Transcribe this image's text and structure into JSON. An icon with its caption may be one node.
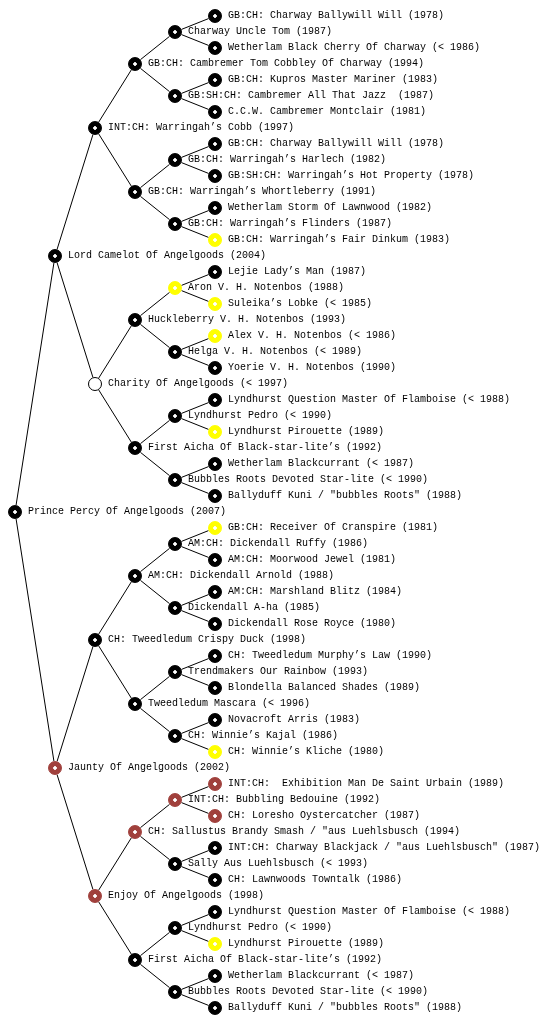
{
  "diagram": {
    "nodes": [
      {
        "text": [],
        "shape": "circle",
        "beside": [
          "GB:CH: Charway Ballywill Will (1978)"
        ]
      },
      {
        "text": [],
        "shape": "circle",
        "beside": [
          "Charway Uncle Tom (1987)"
        ]
      },
      {
        "text": [],
        "shape": "circle",
        "beside": [
          "Wetherlam Black Cherry Of Charway (< 1986)"
        ]
      },
      {
        "text": [],
        "shape": "circle",
        "beside": [
          "GB:CH: Cambremer Tom Cobbley Of Charway (1994)"
        ]
      },
      {
        "text": [],
        "shape": "circle",
        "beside": [
          "GB:CH: Kupros Master Mariner (1983)"
        ]
      },
      {
        "text": [],
        "shape": "circle",
        "beside": [
          "GB:SH:CH: Cambremer All That Jazz  (1987)"
        ]
      },
      {
        "text": [],
        "shape": "circle",
        "beside": [
          "C.C.W. Cambremer Montclair (1981)"
        ]
      },
      {
        "text": [],
        "shape": "circle",
        "beside": [
          "INT:CH: Warringah’s Cobb (1997)"
        ]
      },
      {
        "text": [],
        "shape": "circle",
        "beside": [
          "GB:CH: Charway Ballywill Will (1978)"
        ]
      },
      {
        "text": [],
        "shape": "circle",
        "beside": [
          "GB:CH: Warringah’s Harlech (1982)"
        ]
      },
      {
        "text": [],
        "shape": "circle",
        "beside": [
          "GB:SH:CH: Warringah’s Hot Property (1978)"
        ]
      },
      {
        "text": [],
        "shape": "circle",
        "beside": [
          "GB:CH: Warringah’s Whortleberry (1991)"
        ]
      },
      {
        "text": [],
        "shape": "circle",
        "beside": [
          "Wetherlam Storm Of Lawnwood (1982)"
        ]
      },
      {
        "text": [],
        "shape": "circle",
        "beside": [
          "GB:CH: Warringah’s Flinders (1987)"
        ]
      },
      {
        "text": [],
        "shape": "circle",
        "beside": [
          "GB:CH: Warringah’s Fair Dinkum (1983)"
        ]
      },
      {
        "text": [],
        "shape": "circle",
        "beside": [
          "Lord Camelot Of Angelgoods (2004)"
        ]
      },
      {
        "text": [],
        "shape": "circle",
        "beside": [
          "Lejie Lady’s Man (1987)"
        ]
      },
      {
        "text": [],
        "shape": "circle",
        "beside": [
          "Aron V. H. Notenbos (1988)"
        ]
      },
      {
        "text": [],
        "shape": "circle",
        "beside": [
          "Suleika’s Lobke (< 1985)"
        ]
      },
      {
        "text": [],
        "shape": "circle",
        "beside": [
          "Huckleberry V. H. Notenbos (1993)"
        ]
      },
      {
        "text": [],
        "shape": "circle",
        "beside": [
          "Alex V. H. Notenbos (< 1986)"
        ]
      },
      {
        "text": [],
        "shape": "circle",
        "beside": [
          "Helga V. H. Notenbos (< 1989)"
        ]
      },
      {
        "text": [],
        "shape": "circle",
        "beside": [
          "Yoerie V. H. Notenbos (1990)"
        ]
      },
      {
        "text": [],
        "shape": "circle",
        "beside": [
          "Charity Of Angelgoods (< 1997)"
        ]
      },
      {
        "text": [],
        "shape": "circle",
        "beside": [
          "Lyndhurst Question Master Of Flamboise (< 1988)"
        ]
      },
      {
        "text": [],
        "shape": "circle",
        "beside": [
          "Lyndhurst Pedro (< 1990)"
        ]
      },
      {
        "text": [],
        "shape": "circle",
        "beside": [
          "Lyndhurst Pirouette (1989)"
        ]
      },
      {
        "text": [],
        "shape": "circle",
        "beside": [
          "First Aicha Of Black-star-lite’s (1992)"
        ]
      },
      {
        "text": [],
        "shape": "circle",
        "beside": [
          "Wetherlam Blackcurrant (< 1987)"
        ]
      },
      {
        "text": [],
        "shape": "circle",
        "beside": [
          "Bubbles Roots Devoted Star-lite (< 1990)"
        ]
      },
      {
        "text": [],
        "shape": "circle",
        "beside": [
          "Ballyduff Kuni / \"bubbles Roots\" (1988)"
        ]
      },
      {
        "text": [],
        "shape": "circle",
        "beside": [
          "Prince Percy Of Angelgoods (2007)"
        ]
      },
      {
        "text": [],
        "shape": "circle",
        "beside": [
          "GB:CH: Receiver Of Cranspire (1981)"
        ]
      },
      {
        "text": [],
        "shape": "circle",
        "beside": [
          "AM:CH: Dickendall Ruffy (1986)"
        ]
      },
      {
        "text": [],
        "shape": "circle",
        "beside": [
          "AM:CH: Moorwood Jewel (1981)"
        ]
      },
      {
        "text": [],
        "shape": "circle",
        "beside": [
          "AM:CH: Dickendall Arnold (1988)"
        ]
      },
      {
        "text": [],
        "shape": "circle",
        "beside": [
          "AM:CH: Marshland Blitz (1984)"
        ]
      },
      {
        "text": [],
        "shape": "circle",
        "beside": [
          "Dickendall A-ha (1985)"
        ]
      },
      {
        "text": [],
        "shape": "circle",
        "beside": [
          "Dickendall Rose Royce (1980)"
        ]
      },
      {
        "text": [],
        "shape": "circle",
        "beside": [
          "CH: Tweedledum Crispy Duck (1998)"
        ]
      },
      {
        "text": [],
        "shape": "circle",
        "beside": [
          "CH: Tweedledum Murphy’s Law (1990)"
        ]
      },
      {
        "text": [],
        "shape": "circle",
        "beside": [
          "Trendmakers Our Rainbow (1993)"
        ]
      },
      {
        "text": [],
        "shape": "circle",
        "beside": [
          "Blondella Balanced Shades (1989)"
        ]
      },
      {
        "text": [],
        "shape": "circle",
        "beside": [
          "Tweedledum Mascara (< 1996)"
        ]
      },
      {
        "text": [],
        "shape": "circle",
        "beside": [
          "Novacroft Arris (1983)"
        ]
      },
      {
        "text": [],
        "shape": "circle",
        "beside": [
          "CH: Winnie’s Kajal (1986)"
        ]
      },
      {
        "text": [],
        "shape": "circle",
        "beside": [
          "CH: Winnie’s Kliche (1980)"
        ]
      },
      {
        "text": [],
        "shape": "circle",
        "beside": [
          "Jaunty Of Angelgoods (2002)"
        ]
      },
      {
        "text": [],
        "shape": "circle",
        "beside": [
          "INT:CH:  Exhibition Man De Saint Urbain (1989)"
        ]
      },
      {
        "text": [],
        "shape": "circle",
        "beside": [
          "INT:CH: Bubbling Bedouine (1992)"
        ]
      },
      {
        "text": [],
        "shape": "circle",
        "beside": [
          "CH: Loresho Oystercatcher (1987)"
        ]
      },
      {
        "text": [],
        "shape": "circle",
        "beside": [
          "CH: Sallustus Brandy Smash / \"aus Luehlsbusch (1994)"
        ]
      },
      {
        "text": [],
        "shape": "circle",
        "beside": [
          "INT:CH: Charway Blackjack / \"aus Luehlsbusch\" (1987)"
        ]
      },
      {
        "text": [],
        "shape": "circle",
        "beside": [
          "Sally Aus Luehlsbusch (< 1993)"
        ]
      },
      {
        "text": [],
        "shape": "circle",
        "beside": [
          "CH: Lawnwoods Towntalk (1986)"
        ]
      },
      {
        "text": [],
        "shape": "circle",
        "beside": [
          "Enjoy Of Angelgoods (1998)"
        ]
      },
      {
        "text": [],
        "shape": "circle",
        "beside": [
          "Lyndhurst Question Master Of Flamboise (< 1988)"
        ]
      },
      {
        "text": [],
        "shape": "circle",
        "beside": [
          "Lyndhurst Pedro (< 1990)"
        ]
      },
      {
        "text": [],
        "shape": "circle",
        "beside": [
          "Lyndhurst Pirouette (1989)"
        ]
      },
      {
        "text": [],
        "shape": "circle",
        "beside": [
          "First Aicha Of Black-star-lite’s (1992)"
        ]
      },
      {
        "text": [],
        "shape": "circle",
        "beside": [
          "Wetherlam Blackcurrant (< 1987)"
        ]
      },
      {
        "text": [],
        "shape": "circle",
        "beside": [
          "Bubbles Roots Devoted Star-lite (< 1990)"
        ]
      },
      {
        "text": [],
        "shape": "circle",
        "beside": [
          "Ballyduff Kuni / \"bubbles Roots\" (1988)"
        ]
      }
    ],
    "edges": [
      {
        "from": 31,
        "to": 15,
        "arrow": "none"
      },
      {
        "from": 31,
        "to": 47,
        "arrow": "none"
      },
      {
        "from": 15,
        "to": 7,
        "arrow": "none"
      },
      {
        "from": 15,
        "to": 23,
        "arrow": "none"
      },
      {
        "from": 47,
        "to": 39,
        "arrow": "none"
      },
      {
        "from": 47,
        "to": 55,
        "arrow": "none"
      },
      {
        "from": 7,
        "to": 3,
        "arrow": "none"
      },
      {
        "from": 7,
        "to": 11,
        "arrow": "none"
      },
      {
        "from": 23,
        "to": 19,
        "arrow": "none"
      },
      {
        "from": 23,
        "to": 27,
        "arrow": "none"
      },
      {
        "from": 39,
        "to": 35,
        "arrow": "none"
      },
      {
        "from": 39,
        "to": 43,
        "arrow": "none"
      },
      {
        "from": 55,
        "to": 51,
        "arrow": "none"
      },
      {
        "from": 55,
        "to": 59,
        "arrow": "none"
      },
      {
        "from": 3,
        "to": 1,
        "arrow": "none"
      },
      {
        "from": 3,
        "to": 5,
        "arrow": "none"
      },
      {
        "from": 11,
        "to": 9,
        "arrow": "none"
      },
      {
        "from": 11,
        "to": 13,
        "arrow": "none"
      },
      {
        "from": 19,
        "to": 17,
        "arrow": "none"
      },
      {
        "from": 19,
        "to": 21,
        "arrow": "none"
      },
      {
        "from": 27,
        "to": 25,
        "arrow": "none"
      },
      {
        "from": 27,
        "to": 29,
        "arrow": "none"
      },
      {
        "from": 35,
        "to": 33,
        "arrow": "none"
      },
      {
        "from": 35,
        "to": 37,
        "arrow": "none"
      },
      {
        "from": 43,
        "to": 41,
        "arrow": "none"
      },
      {
        "from": 43,
        "to": 45,
        "arrow": "none"
      },
      {
        "from": 51,
        "to": 49,
        "arrow": "none"
      },
      {
        "from": 51,
        "to": 53,
        "arrow": "none"
      },
      {
        "from": 59,
        "to": 57,
        "arrow": "none"
      },
      {
        "from": 59,
        "to": 61,
        "arrow": "none"
      },
      {
        "from": 1,
        "to": 0,
        "arrow": "none"
      },
      {
        "from": 1,
        "to": 2,
        "arrow": "none"
      },
      {
        "from": 5,
        "to": 4,
        "arrow": "none"
      },
      {
        "from": 5,
        "to": 6,
        "arrow": "none"
      },
      {
        "from": 9,
        "to": 8,
        "arrow": "none"
      },
      {
        "from": 9,
        "to": 10,
        "arrow": "none"
      },
      {
        "from": 13,
        "to": 12,
        "arrow": "none"
      },
      {
        "from": 13,
        "to": 14,
        "arrow": "none"
      },
      {
        "from": 17,
        "to": 16,
        "arrow": "none"
      },
      {
        "from": 17,
        "to": 18,
        "arrow": "none"
      },
      {
        "from": 21,
        "to": 20,
        "arrow": "none"
      },
      {
        "from": 21,
        "to": 22,
        "arrow": "none"
      },
      {
        "from": 25,
        "to": 24,
        "arrow": "none"
      },
      {
        "from": 25,
        "to": 26,
        "arrow": "none"
      },
      {
        "from": 29,
        "to": 28,
        "arrow": "none"
      },
      {
        "from": 29,
        "to": 30,
        "arrow": "none"
      },
      {
        "from": 33,
        "to": 32,
        "arrow": "none"
      },
      {
        "from": 33,
        "to": 34,
        "arrow": "none"
      },
      {
        "from": 37,
        "to": 36,
        "arrow": "none"
      },
      {
        "from": 37,
        "to": 38,
        "arrow": "none"
      },
      {
        "from": 41,
        "to": 40,
        "arrow": "none"
      },
      {
        "from": 41,
        "to": 42,
        "arrow": "none"
      },
      {
        "from": 45,
        "to": 44,
        "arrow": "none"
      },
      {
        "from": 45,
        "to": 46,
        "arrow": "none"
      },
      {
        "from": 49,
        "to": 48,
        "arrow": "none"
      },
      {
        "from": 49,
        "to": 50,
        "arrow": "none"
      },
      {
        "from": 53,
        "to": 52,
        "arrow": "none"
      },
      {
        "from": 53,
        "to": 54,
        "arrow": "none"
      },
      {
        "from": 57,
        "to": 56,
        "arrow": "none"
      },
      {
        "from": 57,
        "to": 58,
        "arrow": "none"
      },
      {
        "from": 61,
        "to": 60,
        "arrow": "none"
      },
      {
        "from": 61,
        "to": 62,
        "arrow": "none"
      }
    ]
  }
}
